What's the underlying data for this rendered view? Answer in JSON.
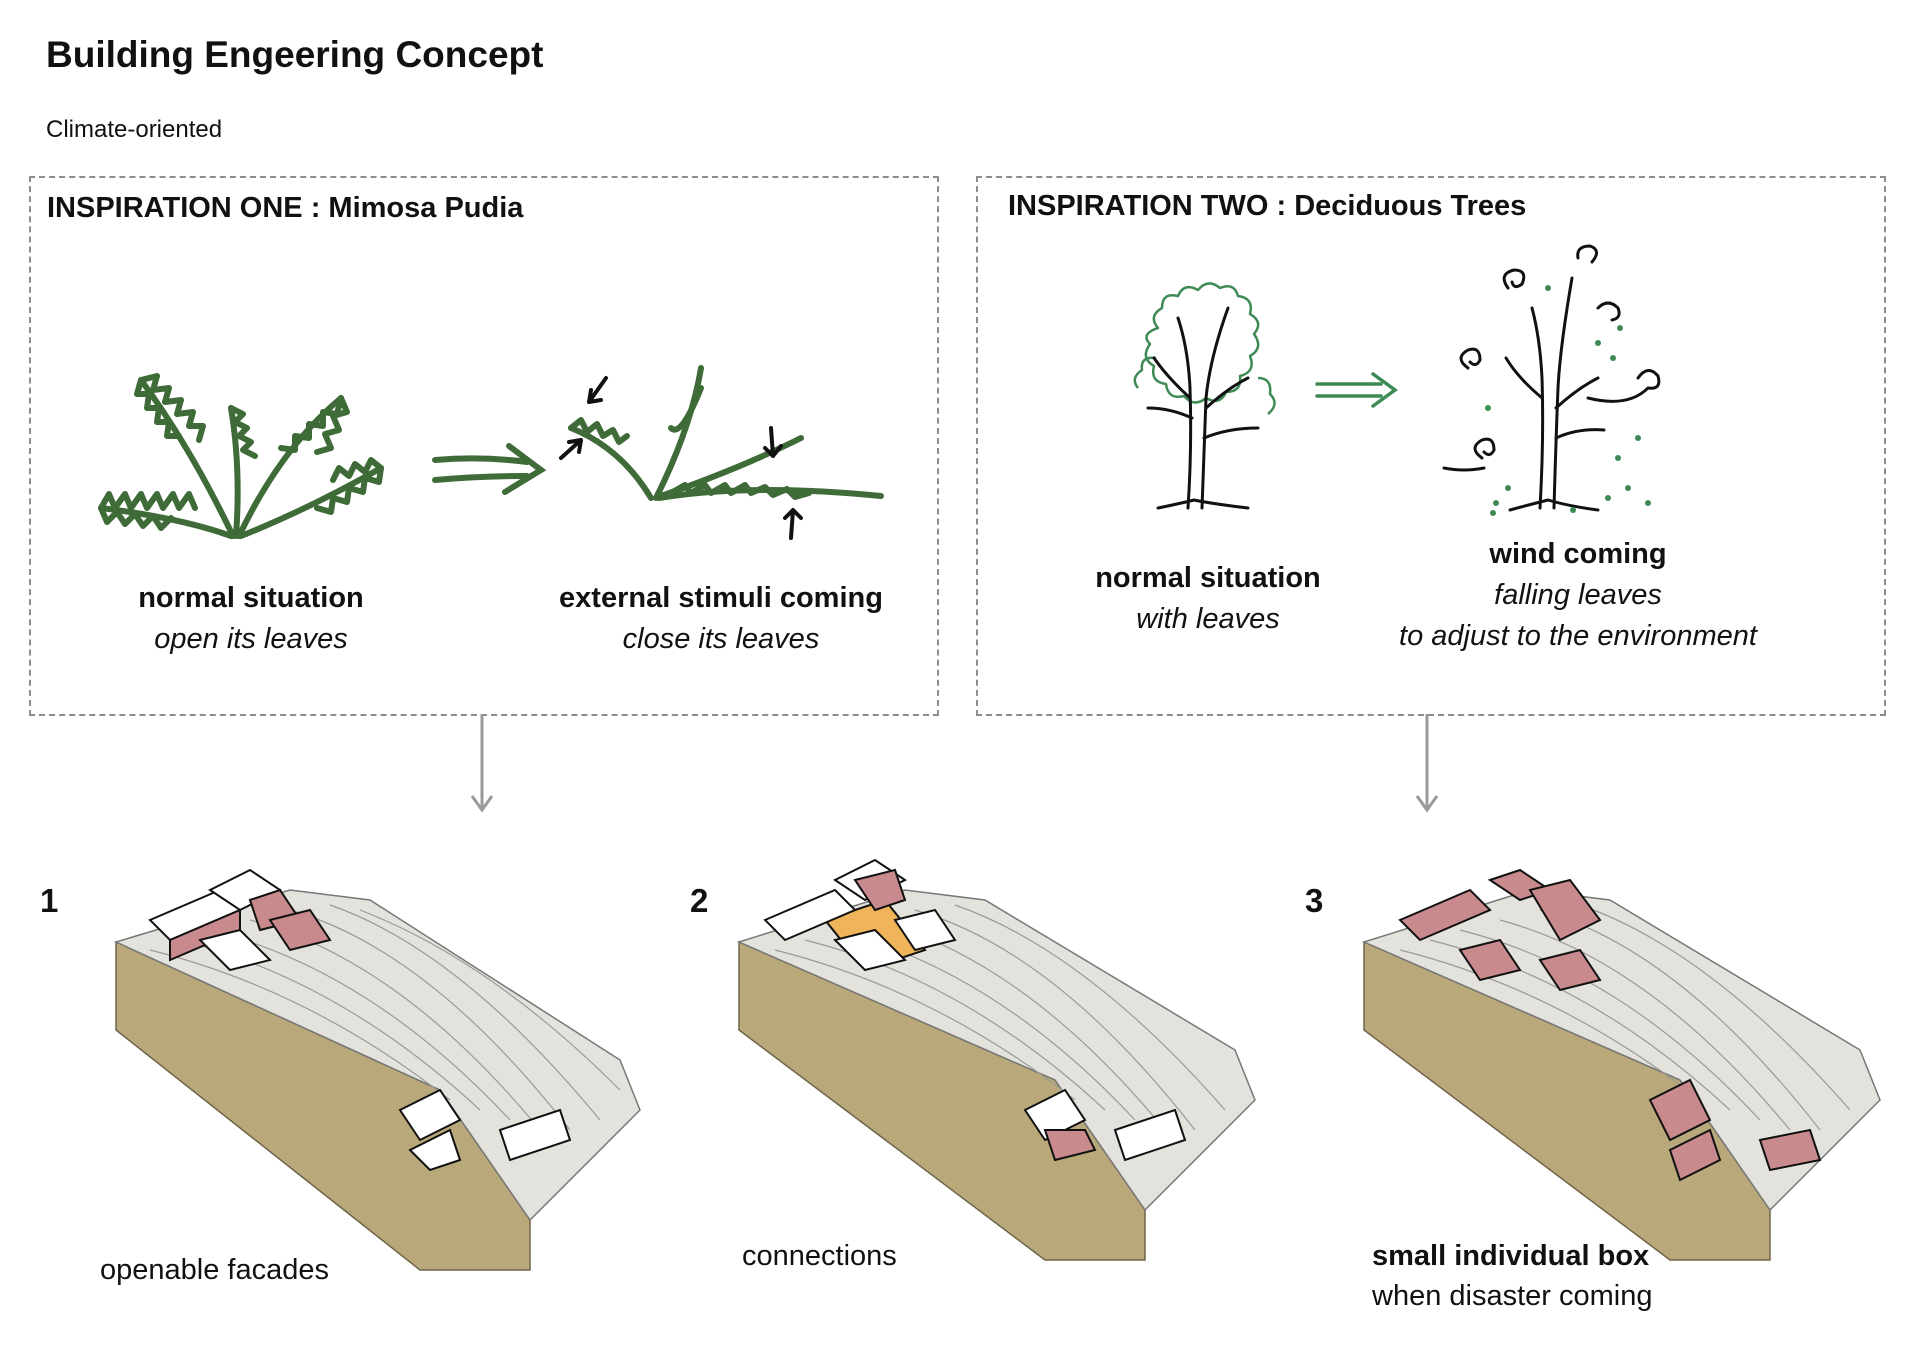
{
  "title": "Building Engeering Concept",
  "subtitle": "Climate-oriented",
  "inspiration_one": {
    "title": "INSPIRATION ONE : Mimosa Pudia",
    "left_caption": {
      "heading": "normal situation",
      "detail": "open its leaves"
    },
    "right_caption": {
      "heading": "external stimuli coming",
      "detail": "close its leaves"
    }
  },
  "inspiration_two": {
    "title": "INSPIRATION TWO : Deciduous Trees",
    "left_caption": {
      "heading": "normal situation",
      "detail": "with leaves"
    },
    "right_caption": {
      "heading": "wind coming",
      "detail": "falling leaves",
      "detail2": "to adjust to the environment"
    }
  },
  "steps": [
    {
      "number": "1",
      "caption": "openable facades"
    },
    {
      "number": "2",
      "caption": "connections"
    },
    {
      "number": "3",
      "caption_bold": "small individual box",
      "caption": "when disaster coming"
    }
  ],
  "colors": {
    "plant_green": "#3f6b38",
    "tree_green": "#3e8a55",
    "terrain_side": "#b9a97a",
    "terrain_top": "#e3e2dc",
    "accent_red": "#c98a8d",
    "accent_orange": "#f0b45a"
  }
}
